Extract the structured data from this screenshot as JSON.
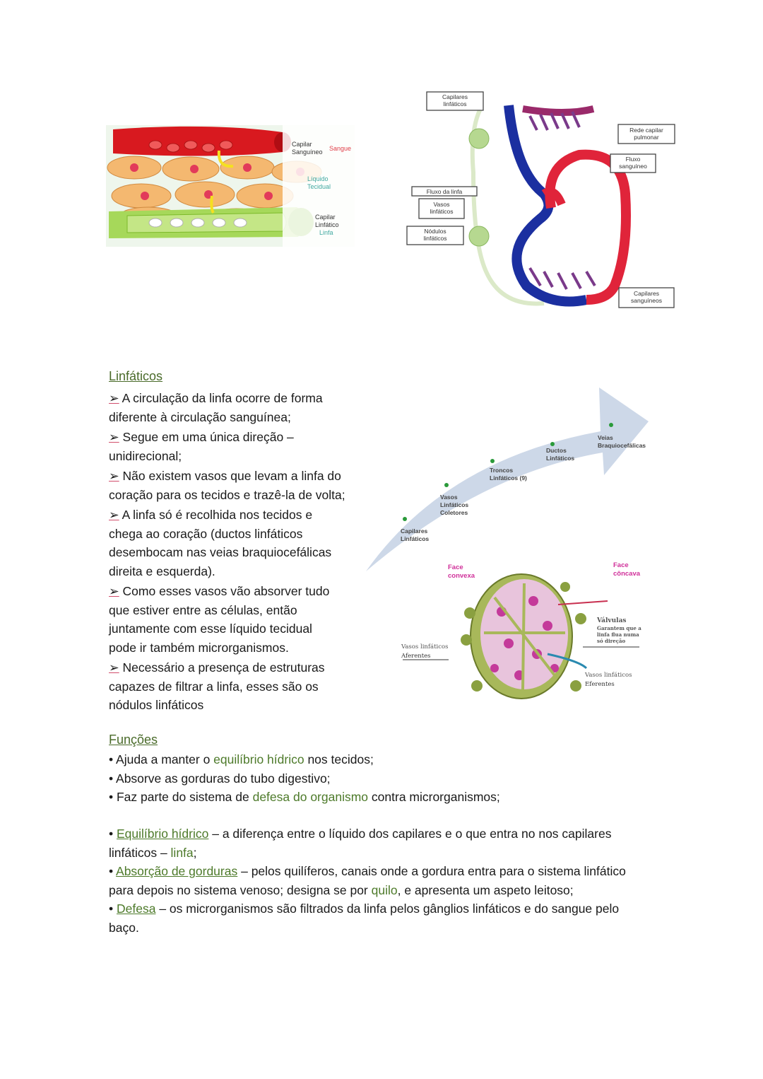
{
  "diagram1": {
    "capilar_sanguineo": [
      "Capilar",
      "Sanguíneo"
    ],
    "sangue": "Sangue",
    "liquido_tecidual": [
      "Líquido",
      "Tecidual"
    ],
    "capilar_linfatico": [
      "Capilar",
      "Linfático"
    ],
    "linfa": "Linfa"
  },
  "diagram2": {
    "capilares_linfaticos": [
      "Capilares",
      "linfáticos"
    ],
    "rede_capilar": [
      "Rede capilar",
      "pulmonar"
    ],
    "fluxo_sanguineo": [
      "Fluxo",
      "sanguíneo"
    ],
    "fluxo_linfa": "Fluxo da linfa",
    "vasos_linfaticos": [
      "Vasos",
      "linfáticos"
    ],
    "nodulos_linfaticos": [
      "Nódulos",
      "linfáticos"
    ],
    "capilares_sanguineos": [
      "Capilares",
      "sanguíneos"
    ]
  },
  "diagram3": {
    "capilares": [
      "Capilares",
      "Linfáticos"
    ],
    "vasos": [
      "Vasos",
      "Linfáticos",
      "Coletores"
    ],
    "troncos": [
      "Troncos",
      "Linfáticos (9)"
    ],
    "ductos": [
      "Ductos",
      "Linfáticos"
    ],
    "veias": [
      "Veias",
      "Braquiocefálicas"
    ]
  },
  "diagram4": {
    "face_convexa": [
      "Face",
      "convexa"
    ],
    "face_concava": [
      "Face",
      "côncava"
    ],
    "valvulas": [
      "Válvulas",
      "Garantem que a",
      "linfa flua numa",
      "só direção"
    ],
    "aferentes": [
      "Vasos linfáticos",
      "Aferentes"
    ],
    "eferentes": [
      "Vasos linfáticos",
      "Eferentes"
    ]
  },
  "section_linfaticos": {
    "heading": "Linfáticos",
    "bullet": "➢",
    "lines": [
      [
        "A circulação da linfa ocorre de forma",
        "diferente à circulação sanguínea;"
      ],
      [
        "Segue em uma única direção –",
        "unidirecional;"
      ],
      [
        "Não existem vasos que levam a linfa do",
        "coração para os tecidos e trazê-la de volta;"
      ],
      [
        "A linfa só é recolhida nos tecidos e",
        "chega ao coração (ductos linfáticos",
        "desembocam nas veias braquiocefálicas",
        "direita e esquerda)."
      ],
      [
        "Como esses vasos vão absorver tudo",
        "que estiver entre as células, então",
        "juntamente com esse líquido tecidual",
        "pode ir também microrganismos."
      ],
      [
        "Necessário a presença de estruturas",
        "capazes de filtrar a linfa, esses são os",
        "nódulos linfáticos"
      ]
    ]
  },
  "section_funcoes": {
    "heading": "Funções",
    "b1_pre": "• Ajuda a manter o ",
    "b1_hl": "equilíbrio hídrico",
    "b1_post": " nos tecidos;",
    "b2": "• Absorve as gorduras do tubo digestivo;",
    "b3_pre": "• Faz parte do sistema de ",
    "b3_hl": "defesa do organismo",
    "b3_post": " contra microrganismos;",
    "d1_term": "Equilíbrio hídrico",
    "d1_text": " – a diferença entre o líquido dos capilares e o que entra no nos capilares",
    "d1_text2": "linfáticos – ",
    "d1_hl": "linfa",
    "d1_end": ";",
    "d2_term": "Absorção de gorduras",
    "d2_text": " – pelos quilíferos, canais onde a gordura entra para o sistema linfático",
    "d2_text2": "para depois no sistema venoso; designa se por ",
    "d2_hl": "quilo",
    "d2_end": ", e apresenta um aspeto leitoso;",
    "d3_term": "Defesa",
    "d3_text": " – os microrganismos são filtrados da linfa pelos gânglios linfáticos e do sangue pelo",
    "d3_text2": "baço.",
    "bullet": "• "
  }
}
